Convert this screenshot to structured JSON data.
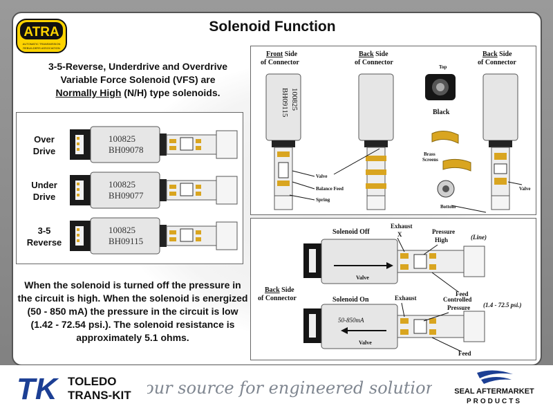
{
  "title": "Solenoid Function",
  "logo": {
    "name": "ATRA",
    "small_text": "AUTOMATIC TRANSMISSION REBUILDERS ASSOCIATION"
  },
  "intro": {
    "line1": "3-5-Reverse, Underdrive and Overdrive",
    "line2": "Variable Force Solenoid (VFS) are",
    "emph": "Normally High",
    "tail": " (N/H) type solenoids."
  },
  "solenoids": [
    {
      "label": "Over Drive",
      "code": "100825",
      "part": "BH09078"
    },
    {
      "label": "Under Drive",
      "code": "100825",
      "part": "BH09077"
    },
    {
      "label": "3-5 Reverse",
      "code": "100825",
      "part": "BH09115"
    }
  ],
  "description": "When the solenoid is turned off the pressure in the circuit is high. When the solenoid is energized (50 - 850 mA) the pressure in the circuit is low (1.42 - 72.54 psi.). The solenoid resistance is approximately 5.1 ohms.",
  "panel_top": {
    "front_side": "Front",
    "back_side": "Back",
    "side_word": " Side",
    "of_connector": "of Connector",
    "body_code": "100825",
    "body_part": "BH09115",
    "valve": "Valve",
    "balance_feed": "Balance Feed",
    "spring": "Spring",
    "top": "Top",
    "black": "Black",
    "brass": "Brass",
    "screens": "Screens",
    "bottom": "Bottom",
    "valve2": "Valve"
  },
  "panel_bottom": {
    "solenoid_off": "Solenoid Off",
    "exhaust_x": "Exhaust",
    "x_mark": "X",
    "pressure_high": "Pressure",
    "high": "High",
    "line": "(Line)",
    "valve": "Valve",
    "feed": "Feed",
    "back_side": "Back",
    "side_word": " Side",
    "of_connector": "of Connector",
    "solenoid_on": "Solenoid On",
    "exhaust": "Exhaust",
    "current": "50-850mA",
    "controlled": "Controlled",
    "pressure": "Pressure",
    "range": "(1.4 - 72.5 psi.)",
    "valve2": "Valve",
    "feed2": "Feed"
  },
  "footer": {
    "tk_short": "TK",
    "tk_name1": "TOLEDO",
    "tk_name2": "TRANS-KIT",
    "slogan": "your source for engineered solutions",
    "seal1": "SEAL AFTERMARKET",
    "seal2": "PRODUCTS"
  }
}
